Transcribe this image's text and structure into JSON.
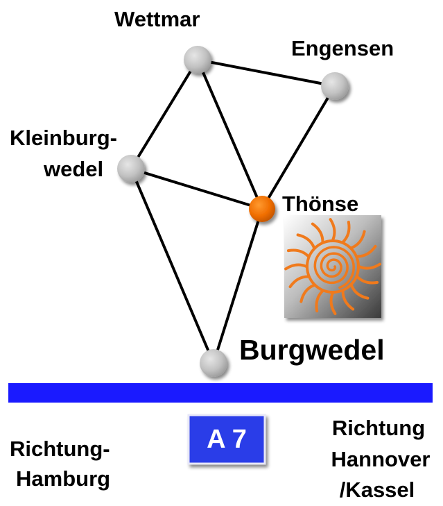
{
  "places": {
    "wettmar": "Wettmar",
    "engensen": "Engensen",
    "kleinburgwedel_line1": "Kleinburg-",
    "kleinburgwedel_line2": "wedel",
    "thoense": "Thönse",
    "burgwedel": "Burgwedel"
  },
  "highway": {
    "shield": "A 7",
    "shield_color": "#2a3ee8",
    "road_color": "#1a1aff",
    "left_direction": [
      "Richtung-",
      "Hamburg"
    ],
    "right_direction": [
      "Richtung",
      "Hannover",
      "/Kassel"
    ]
  },
  "colors": {
    "node": "#c4c4c4",
    "highlight_node": "#f07000",
    "sun": "#f07a1c"
  },
  "icons": {
    "sun_logo": "sun-spiral-icon"
  }
}
